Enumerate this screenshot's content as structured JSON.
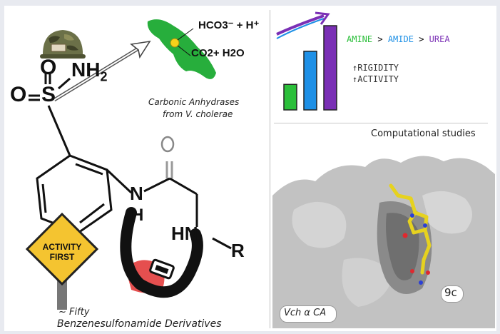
{
  "reaction": {
    "product1": "HCO3⁻ + H⁺",
    "product2": "CO2+ H2O"
  },
  "enzyme_caption": {
    "line1": "Carbonic Anhydrases",
    "line2_prefix": "from ",
    "line2_species": "V. cholerae"
  },
  "molecule": {
    "atom_o_top": "O",
    "atom_nh2": "NH",
    "atom_nh2_sub": "2",
    "atom_s": "S",
    "atom_o_left": "O",
    "atom_n": "N",
    "atom_h": "H",
    "atom_hn": "HN",
    "atom_r": "R"
  },
  "sign": {
    "line1": "ACTIVITY",
    "line2": "FIRST"
  },
  "bottom_caption": {
    "line1": "~ Fifty",
    "line2": "Benzenesulfonamide Derivatives"
  },
  "legend": {
    "amine": "AMINE",
    "amide": "AMIDE",
    "urea": "UREA",
    "sep": ">",
    "rigidity": "RIGIDITY",
    "activity": "ACTIVITY"
  },
  "colors": {
    "amine": "#2bbf3a",
    "amide": "#1e90e6",
    "urea": "#7a2fb5",
    "enzyme": "#27ae3c",
    "sign": "#f4c430",
    "ring_red": "#e03030",
    "surface": "#bfbfbf",
    "ligand": "#e6d21f"
  },
  "bar_chart": {
    "values": [
      1,
      2.3,
      3.3
    ]
  },
  "computational": {
    "title": "Computational studies",
    "compound_label": "9c",
    "protein_label_prefix": "Vch",
    "protein_label_alpha": "α",
    "protein_label_suffix": "CA"
  }
}
